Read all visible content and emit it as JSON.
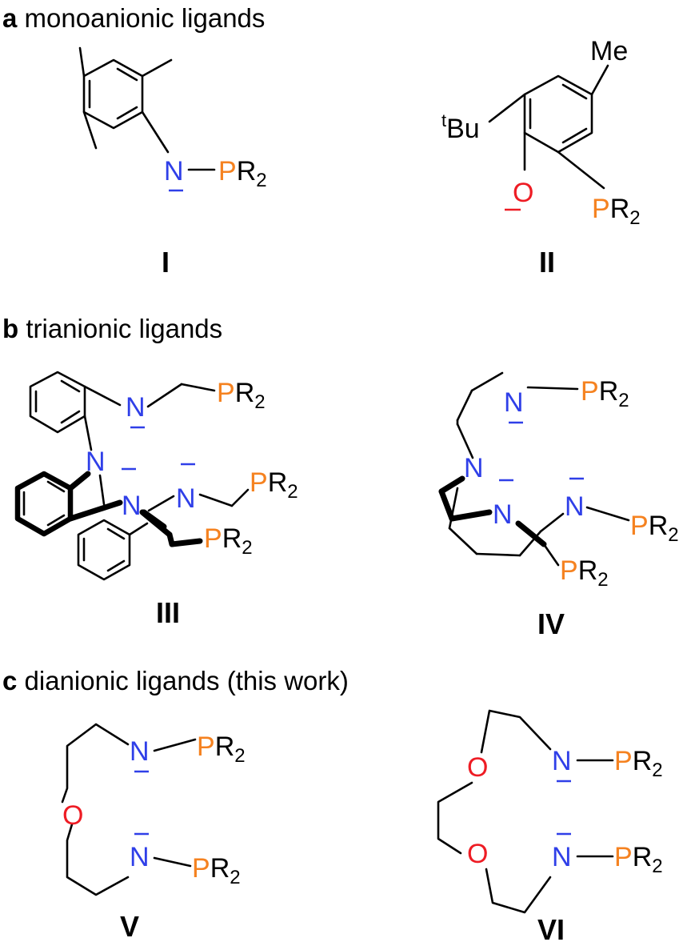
{
  "sections": {
    "a": {
      "letter": "a",
      "text": "monoanionic ligands"
    },
    "b": {
      "letter": "b",
      "text": "trianionic ligands"
    },
    "c": {
      "letter": "c",
      "text": "dianionic ligands (this work)"
    }
  },
  "compounds": {
    "I": "I",
    "II": "II",
    "III": "III",
    "IV": "IV",
    "V": "V",
    "VI": "VI"
  },
  "atoms": {
    "N": "N",
    "O": "O",
    "P": "P",
    "R": "R",
    "two": "2",
    "Me": "Me",
    "Bu": "Bu",
    "t": "t"
  },
  "colors": {
    "nitrogen": "#2f3fe8",
    "oxygen": "#ee1c24",
    "phosphorus": "#f58220",
    "bond": "#000000"
  }
}
